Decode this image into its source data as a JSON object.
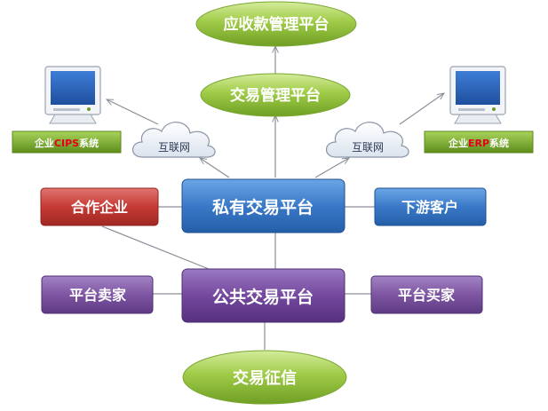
{
  "nodes": {
    "receivables_platform": "应收款管理平台",
    "trade_mgmt_platform": "交易管理平台",
    "private_platform": "私有交易平台",
    "public_platform": "公共交易平台",
    "partner": "合作企业",
    "downstream": "下游客户",
    "seller": "平台卖家",
    "buyer": "平台买家",
    "credit": "交易征信"
  },
  "clouds": {
    "left": "互联网",
    "right": "互联网"
  },
  "computers": {
    "left": {
      "prefix": "企业",
      "brand": "CIPS",
      "suffix": "系统"
    },
    "right": {
      "prefix": "企业",
      "brand": "ERP",
      "suffix": "系统"
    }
  },
  "colors": {
    "green": "#8fbe3c",
    "blue": "#3a79c8",
    "purple": "#7e55a2",
    "red": "#c63a35",
    "accent_text": "#e3001b"
  }
}
